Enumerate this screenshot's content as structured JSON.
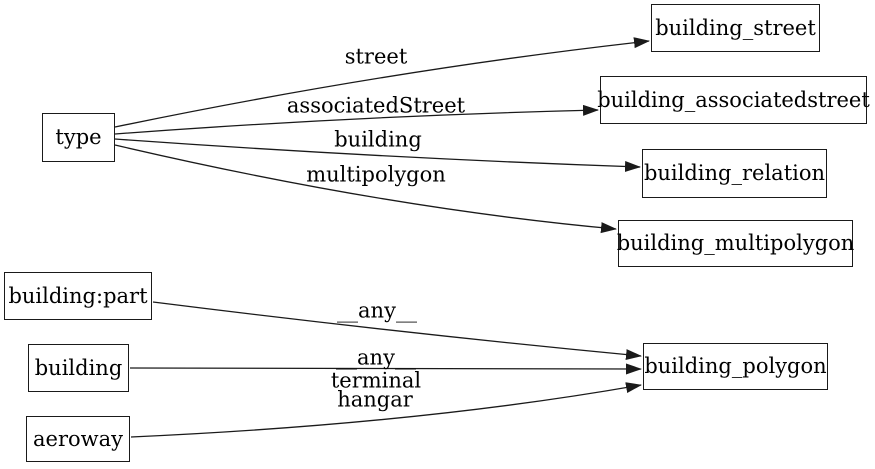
{
  "diagram": {
    "background_color": "#ffffff",
    "stroke_color": "#1a1a1a",
    "text_color": "#000000",
    "nodes": [
      {
        "id": "type",
        "label": "type"
      },
      {
        "id": "building_street",
        "label": "building_street"
      },
      {
        "id": "building_associatedstreet",
        "label": "building_associatedstreet"
      },
      {
        "id": "building_relation",
        "label": "building_relation"
      },
      {
        "id": "building_multipolygon",
        "label": "building_multipolygon"
      },
      {
        "id": "building:part",
        "label": "building:part"
      },
      {
        "id": "building",
        "label": "building"
      },
      {
        "id": "aeroway",
        "label": "aeroway"
      },
      {
        "id": "building_polygon",
        "label": "building_polygon"
      }
    ],
    "edges": [
      {
        "from": "type",
        "to": "building_street",
        "label": "street"
      },
      {
        "from": "type",
        "to": "building_associatedstreet",
        "label": "associatedStreet"
      },
      {
        "from": "type",
        "to": "building_relation",
        "label": "building"
      },
      {
        "from": "type",
        "to": "building_multipolygon",
        "label": "multipolygon"
      },
      {
        "from": "building:part",
        "to": "building_polygon",
        "label": "__any__"
      },
      {
        "from": "building",
        "to": "building_polygon",
        "label": "__any__"
      },
      {
        "from": "aeroway",
        "to": "building_polygon",
        "labels": [
          "terminal",
          "hangar"
        ]
      }
    ]
  }
}
